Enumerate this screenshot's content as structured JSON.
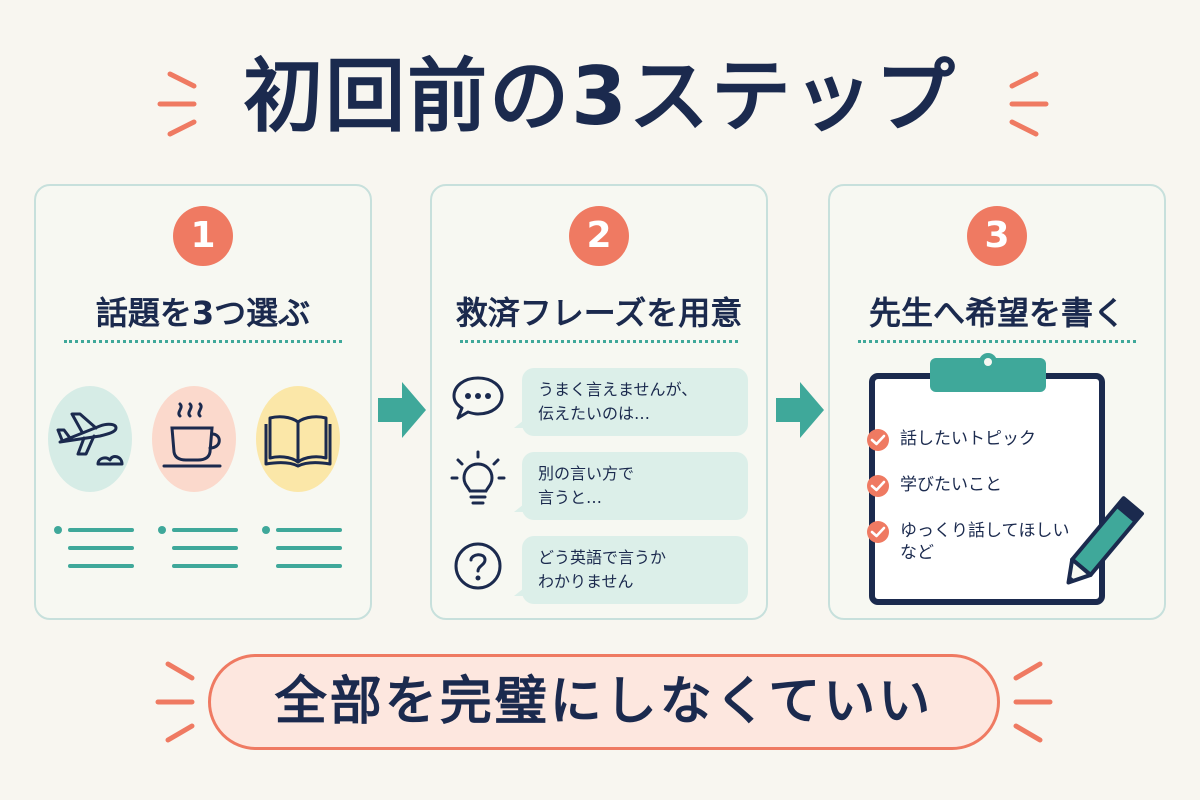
{
  "title": "初回前の3ステップ",
  "steps": [
    {
      "number": "1",
      "title": "話題を3つ選ぶ"
    },
    {
      "number": "2",
      "title": "救済フレーズを用意",
      "phrases": [
        {
          "icon": "speech-bubble-icon",
          "lines": [
            "うまく言えませんが、",
            "伝えたいのは…"
          ]
        },
        {
          "icon": "lightbulb-icon",
          "lines": [
            "別の言い方で",
            "言うと…"
          ]
        },
        {
          "icon": "question-icon",
          "lines": [
            "どう英語で言うか",
            "わかりません"
          ]
        }
      ]
    },
    {
      "number": "3",
      "title": "先生へ希望を書く",
      "checklist": [
        "話したいトピック",
        "学びたいこと",
        "ゆっくり話してほしい",
        "など"
      ]
    }
  ],
  "topic_icons": [
    "airplane-icon",
    "coffee-cup-icon",
    "open-book-icon"
  ],
  "footer": "全部を完璧にしなくていい",
  "colors": {
    "navy": "#1b2a4e",
    "coral": "#ef7a62",
    "teal": "#3fa89a",
    "card_border": "#c7e0dc",
    "bubble": "#dcefe9",
    "circle_mint": "#d6ece6",
    "circle_peach": "#fbd9cc",
    "circle_yellow": "#fbe7a8"
  }
}
